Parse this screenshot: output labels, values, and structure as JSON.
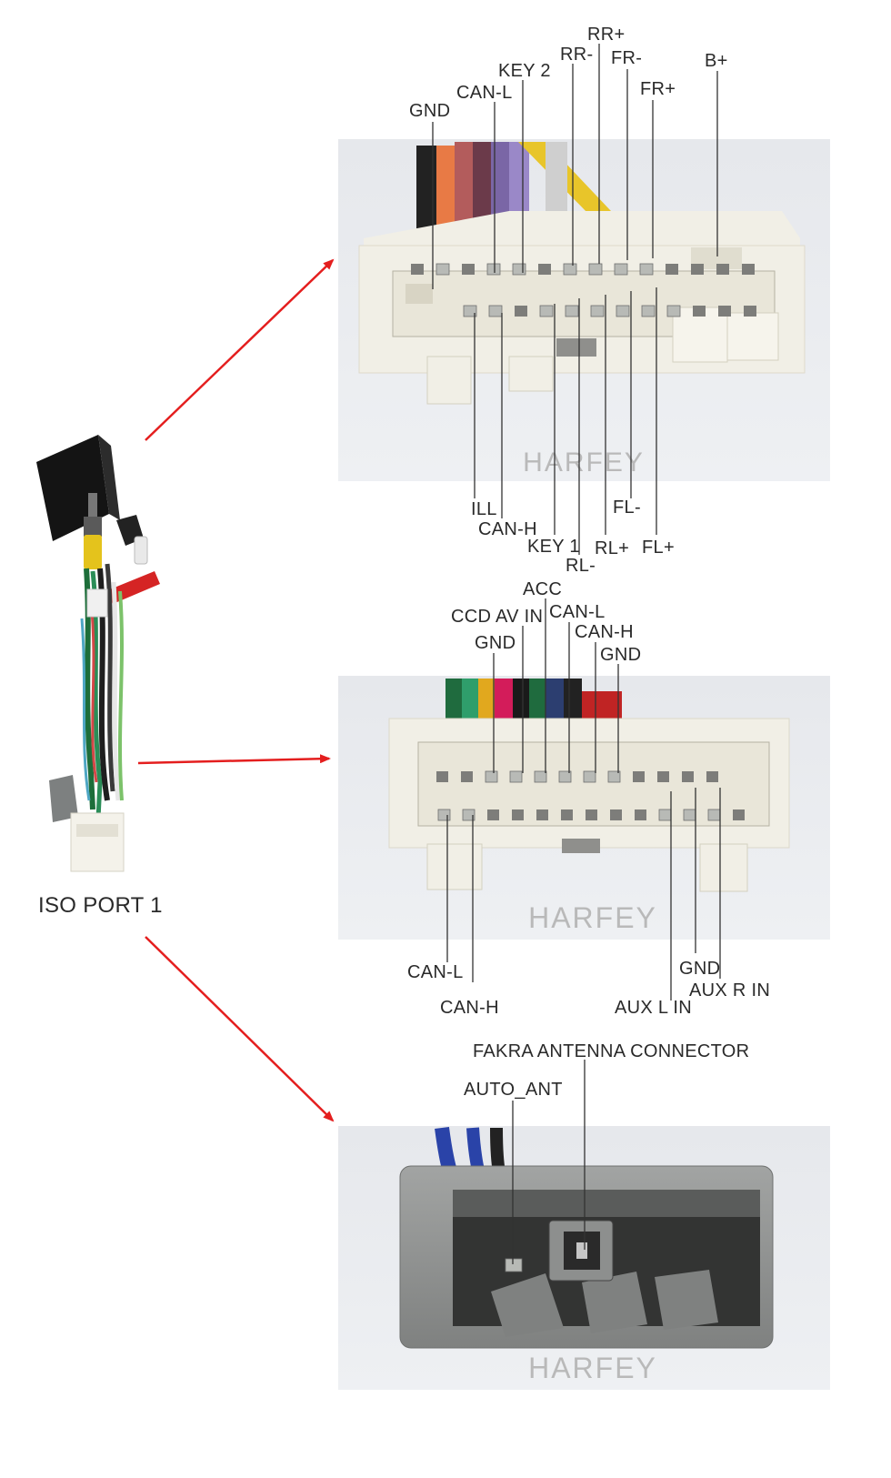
{
  "left_panel": {
    "title": "ISO PORT 1"
  },
  "connector1": {
    "watermark": "HARFEY",
    "top_labels": {
      "gnd": "GND",
      "can_l": "CAN-L",
      "key2": "KEY 2",
      "rr_minus": "RR-",
      "rr_plus": "RR+",
      "fr_minus": "FR-",
      "fr_plus": "FR+",
      "b_plus": "B+"
    },
    "bottom_labels": {
      "ill": "ILL",
      "can_h": "CAN-H",
      "key1": "KEY 1",
      "rl_minus": "RL-",
      "rl_plus": "RL+",
      "fl_minus": "FL-",
      "fl_plus": "FL+"
    }
  },
  "connector2": {
    "watermark": "HARFEY",
    "top_labels": {
      "gnd_a": "GND",
      "ccd_av_in": "CCD AV IN",
      "acc": "ACC",
      "can_l": "CAN-L",
      "can_h": "CAN-H",
      "gnd_b": "GND"
    },
    "bottom_labels": {
      "can_l": "CAN-L",
      "can_h": "CAN-H",
      "aux_l_in": "AUX L IN",
      "gnd": "GND",
      "aux_r_in": "AUX R IN"
    }
  },
  "connector3": {
    "watermark": "HARFEY",
    "top_labels": {
      "fakra": "FAKRA ANTENNA CONNECTOR",
      "auto_ant": "AUTO_ANT"
    }
  },
  "colors": {
    "arrow": "#e41e1e",
    "connector_body": "#f1efe6",
    "housing_grey": "#8f9191"
  }
}
